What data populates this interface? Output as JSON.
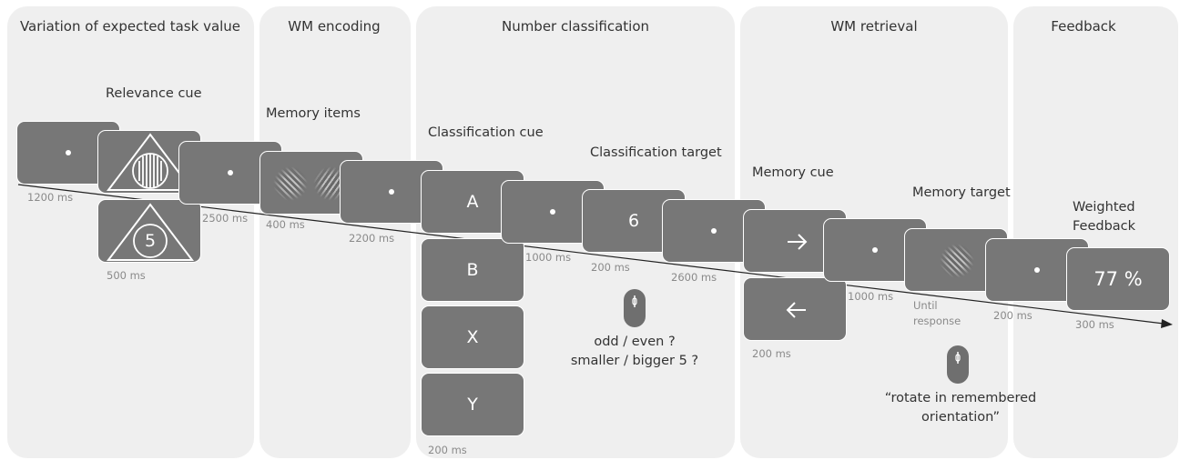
{
  "phases": {
    "p1": "Variation of expected task value",
    "p2": "WM encoding",
    "p3": "Number classification",
    "p4": "WM retrieval",
    "p5": "Feedback"
  },
  "labels": {
    "relevance_cue": "Relevance cue",
    "memory_items": "Memory items",
    "classification_cue": "Classification cue",
    "classification_target": "Classification target",
    "memory_cue": "Memory cue",
    "memory_target": "Memory target",
    "weighted_feedback_1": "Weighted",
    "weighted_feedback_2": "Feedback"
  },
  "durations": {
    "fix1": "1200 ms",
    "relevance_alt": "500 ms",
    "fix2": "2500 ms",
    "memory_items": "400 ms",
    "fix3": "2200 ms",
    "fix4": "1000 ms",
    "target": "200 ms",
    "fix5": "2600 ms",
    "cues": "200 ms",
    "memory_cue_alt": "200 ms",
    "fix6": "1000 ms",
    "until_1": "Until",
    "until_2": "response",
    "fix7": "200 ms",
    "feedback": "300 ms"
  },
  "screens": {
    "relevance_number": "5",
    "cue_a": "A",
    "cue_b": "B",
    "cue_x": "X",
    "cue_y": "Y",
    "target_number": "6",
    "feedback_value": "77 %"
  },
  "responses": {
    "classification_1": "odd / even ?",
    "classification_2": "smaller / bigger 5 ?",
    "memory_1": "“rotate in remembered",
    "memory_2": "orientation”"
  },
  "icons": {
    "memory_cue_main": "arrow-right-icon",
    "memory_cue_alt": "arrow-left-icon",
    "response_device": "mouse-icon"
  },
  "colors": {
    "panel": "#efefef",
    "screen": "#777777",
    "text": "#333333",
    "duration": "#8a8a8a"
  }
}
